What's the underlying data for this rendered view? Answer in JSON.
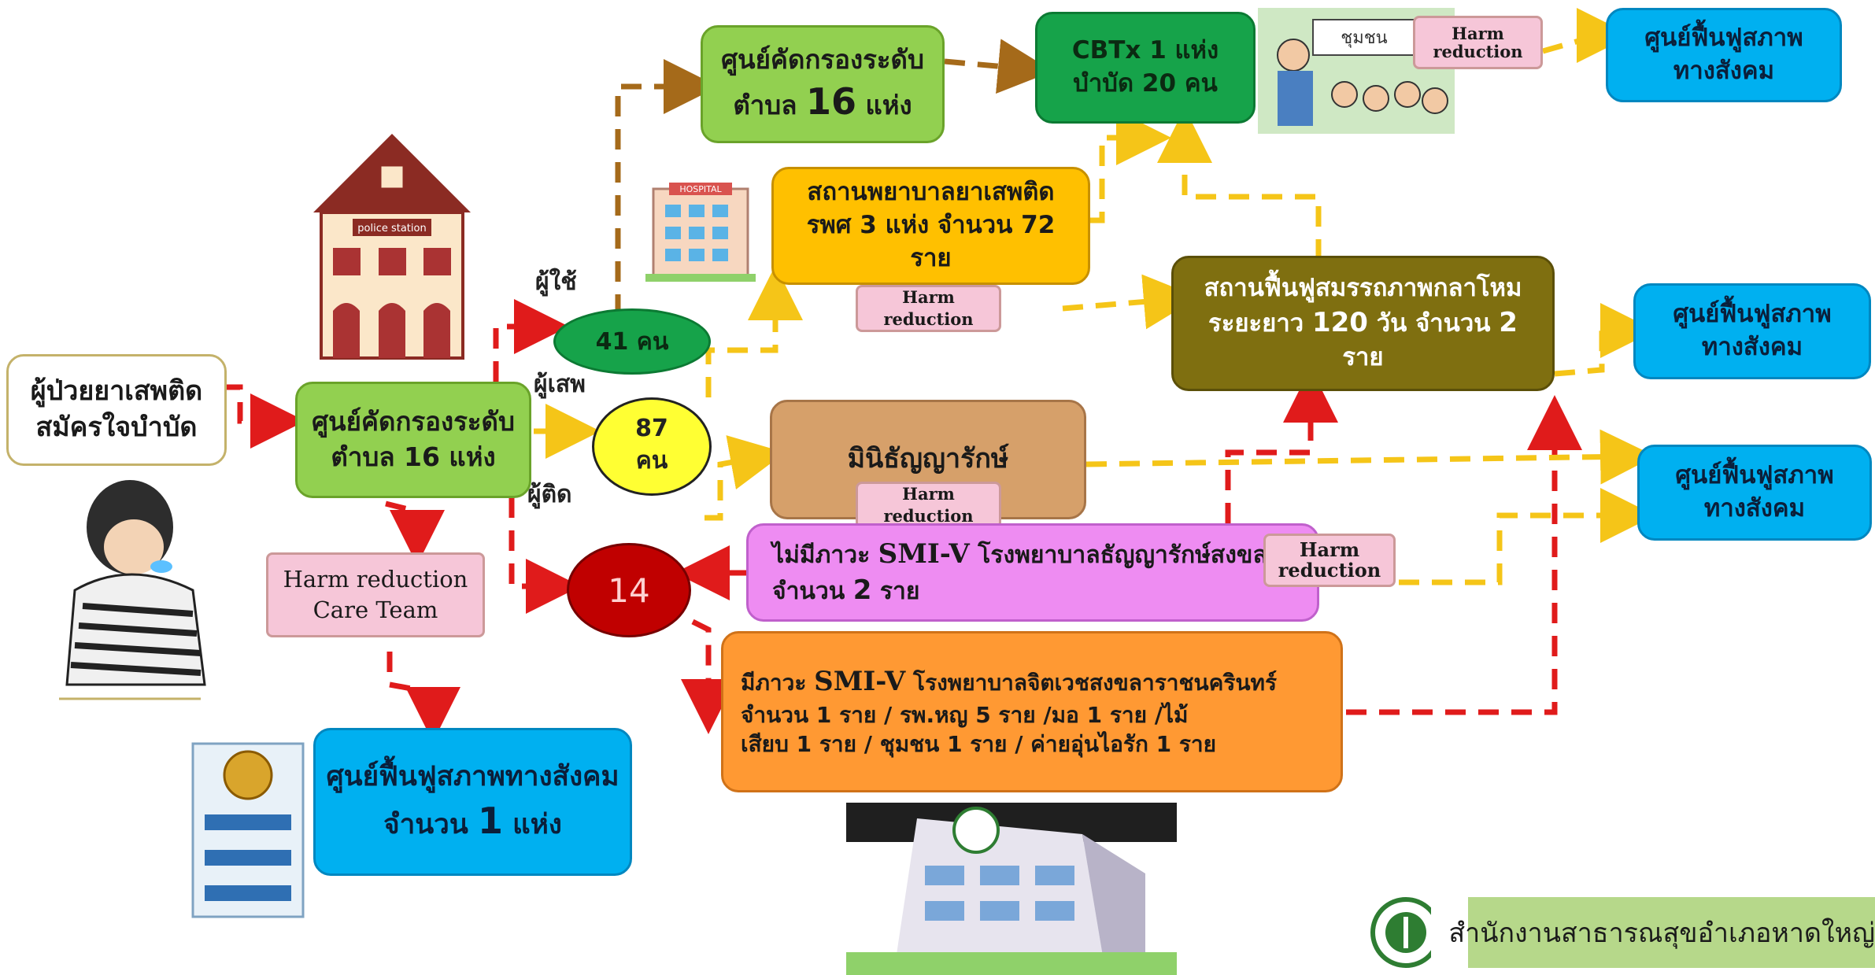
{
  "colors": {
    "red_arrow": "#e01b1b",
    "yellow_arrow": "#f5c518",
    "brown_arrow": "#a56a1a",
    "accent_footer": "#2e7d32"
  },
  "start": {
    "line1": "ผู้ป่วยยาเสพติด",
    "line2": "สมัครใจบำบัด"
  },
  "screening_left": {
    "line1": "ศูนย์คัดกรองระดับ",
    "line2": "ตำบล 16 แห่ง"
  },
  "screening_top": {
    "line1": "ศูนย์คัดกรองระดับ",
    "line2a": "ตำบล",
    "line2b": "16",
    "line2c": "แห่ง"
  },
  "cbtx": {
    "line1": "CBTx 1 แห่ง",
    "line2": "บำบัด 20 คน"
  },
  "community_sign": "ชุมชน",
  "police_sign": "police station",
  "hospital_sign": "HOSPITAL",
  "hospital_drug": {
    "line1": "สถานพยาบาลยาเสพติด",
    "line2": "รพศ 3 แห่ง  จำนวน 72",
    "line3": "ราย"
  },
  "rehab_center": {
    "line1": "สถานฟื้นฟูสมรรถภาพกลาโหม",
    "line2a": "ระยะยาว",
    "line2b": "120",
    "line2c": "วัน จำนวน",
    "line2d": "2",
    "line3": "ราย"
  },
  "mini_hospital": {
    "label": "มินิธัญญารักษ์"
  },
  "no_smi": {
    "line1a": "ไม่มีภาวะ",
    "line1b": "SMI-V",
    "line1c": "โรงพยาบาลธัญญารักษ์สงขลา",
    "line2a": "จำนวน",
    "line2b": "2",
    "line2c": "ราย"
  },
  "smi": {
    "line1a": "มีภาวะ",
    "line1b": "SMI-V",
    "line1c": "โรงพยาบาลจิตเวชสงขลาราชนครินทร์",
    "line2": "จำนวน  1  ราย / รพ.หญ  5 ราย /มอ  1 ราย /ไม้",
    "line3": "เสียบ  1 ราย / ชุมชน 1 ราย / ค่ายอุ่นไอรัก 1 ราย"
  },
  "social_rehab": {
    "line1": "ศูนย์ฟื้นฟูสภาพ",
    "line2": "ทางสังคม"
  },
  "social_rehab_bottom": {
    "line1": "ศูนย์ฟื้นฟูสภาพทางสังคม",
    "line2a": "จำนวน",
    "line2b": "1",
    "line2c": "แห่ง"
  },
  "harm_reduction": "Harm reduction",
  "harm_reduction_top": {
    "line1": "Harm",
    "line2": "reduction"
  },
  "harm_reduction_mid": {
    "line1": "Harm",
    "line2": "reduction"
  },
  "harm_care_team": {
    "line1": "Harm reduction",
    "line2": "Care Team"
  },
  "user_types": {
    "user": "ผู้ใช้",
    "abuser": "ผู้เสพ",
    "addict": "ผู้ติด"
  },
  "counts": {
    "user": "41 คน",
    "abuser_num": "87",
    "abuser_unit": "คน",
    "addict": "14"
  },
  "footer": {
    "org": "สำนักงานสาธารณสุขอำเภอหาดใหญ่"
  }
}
